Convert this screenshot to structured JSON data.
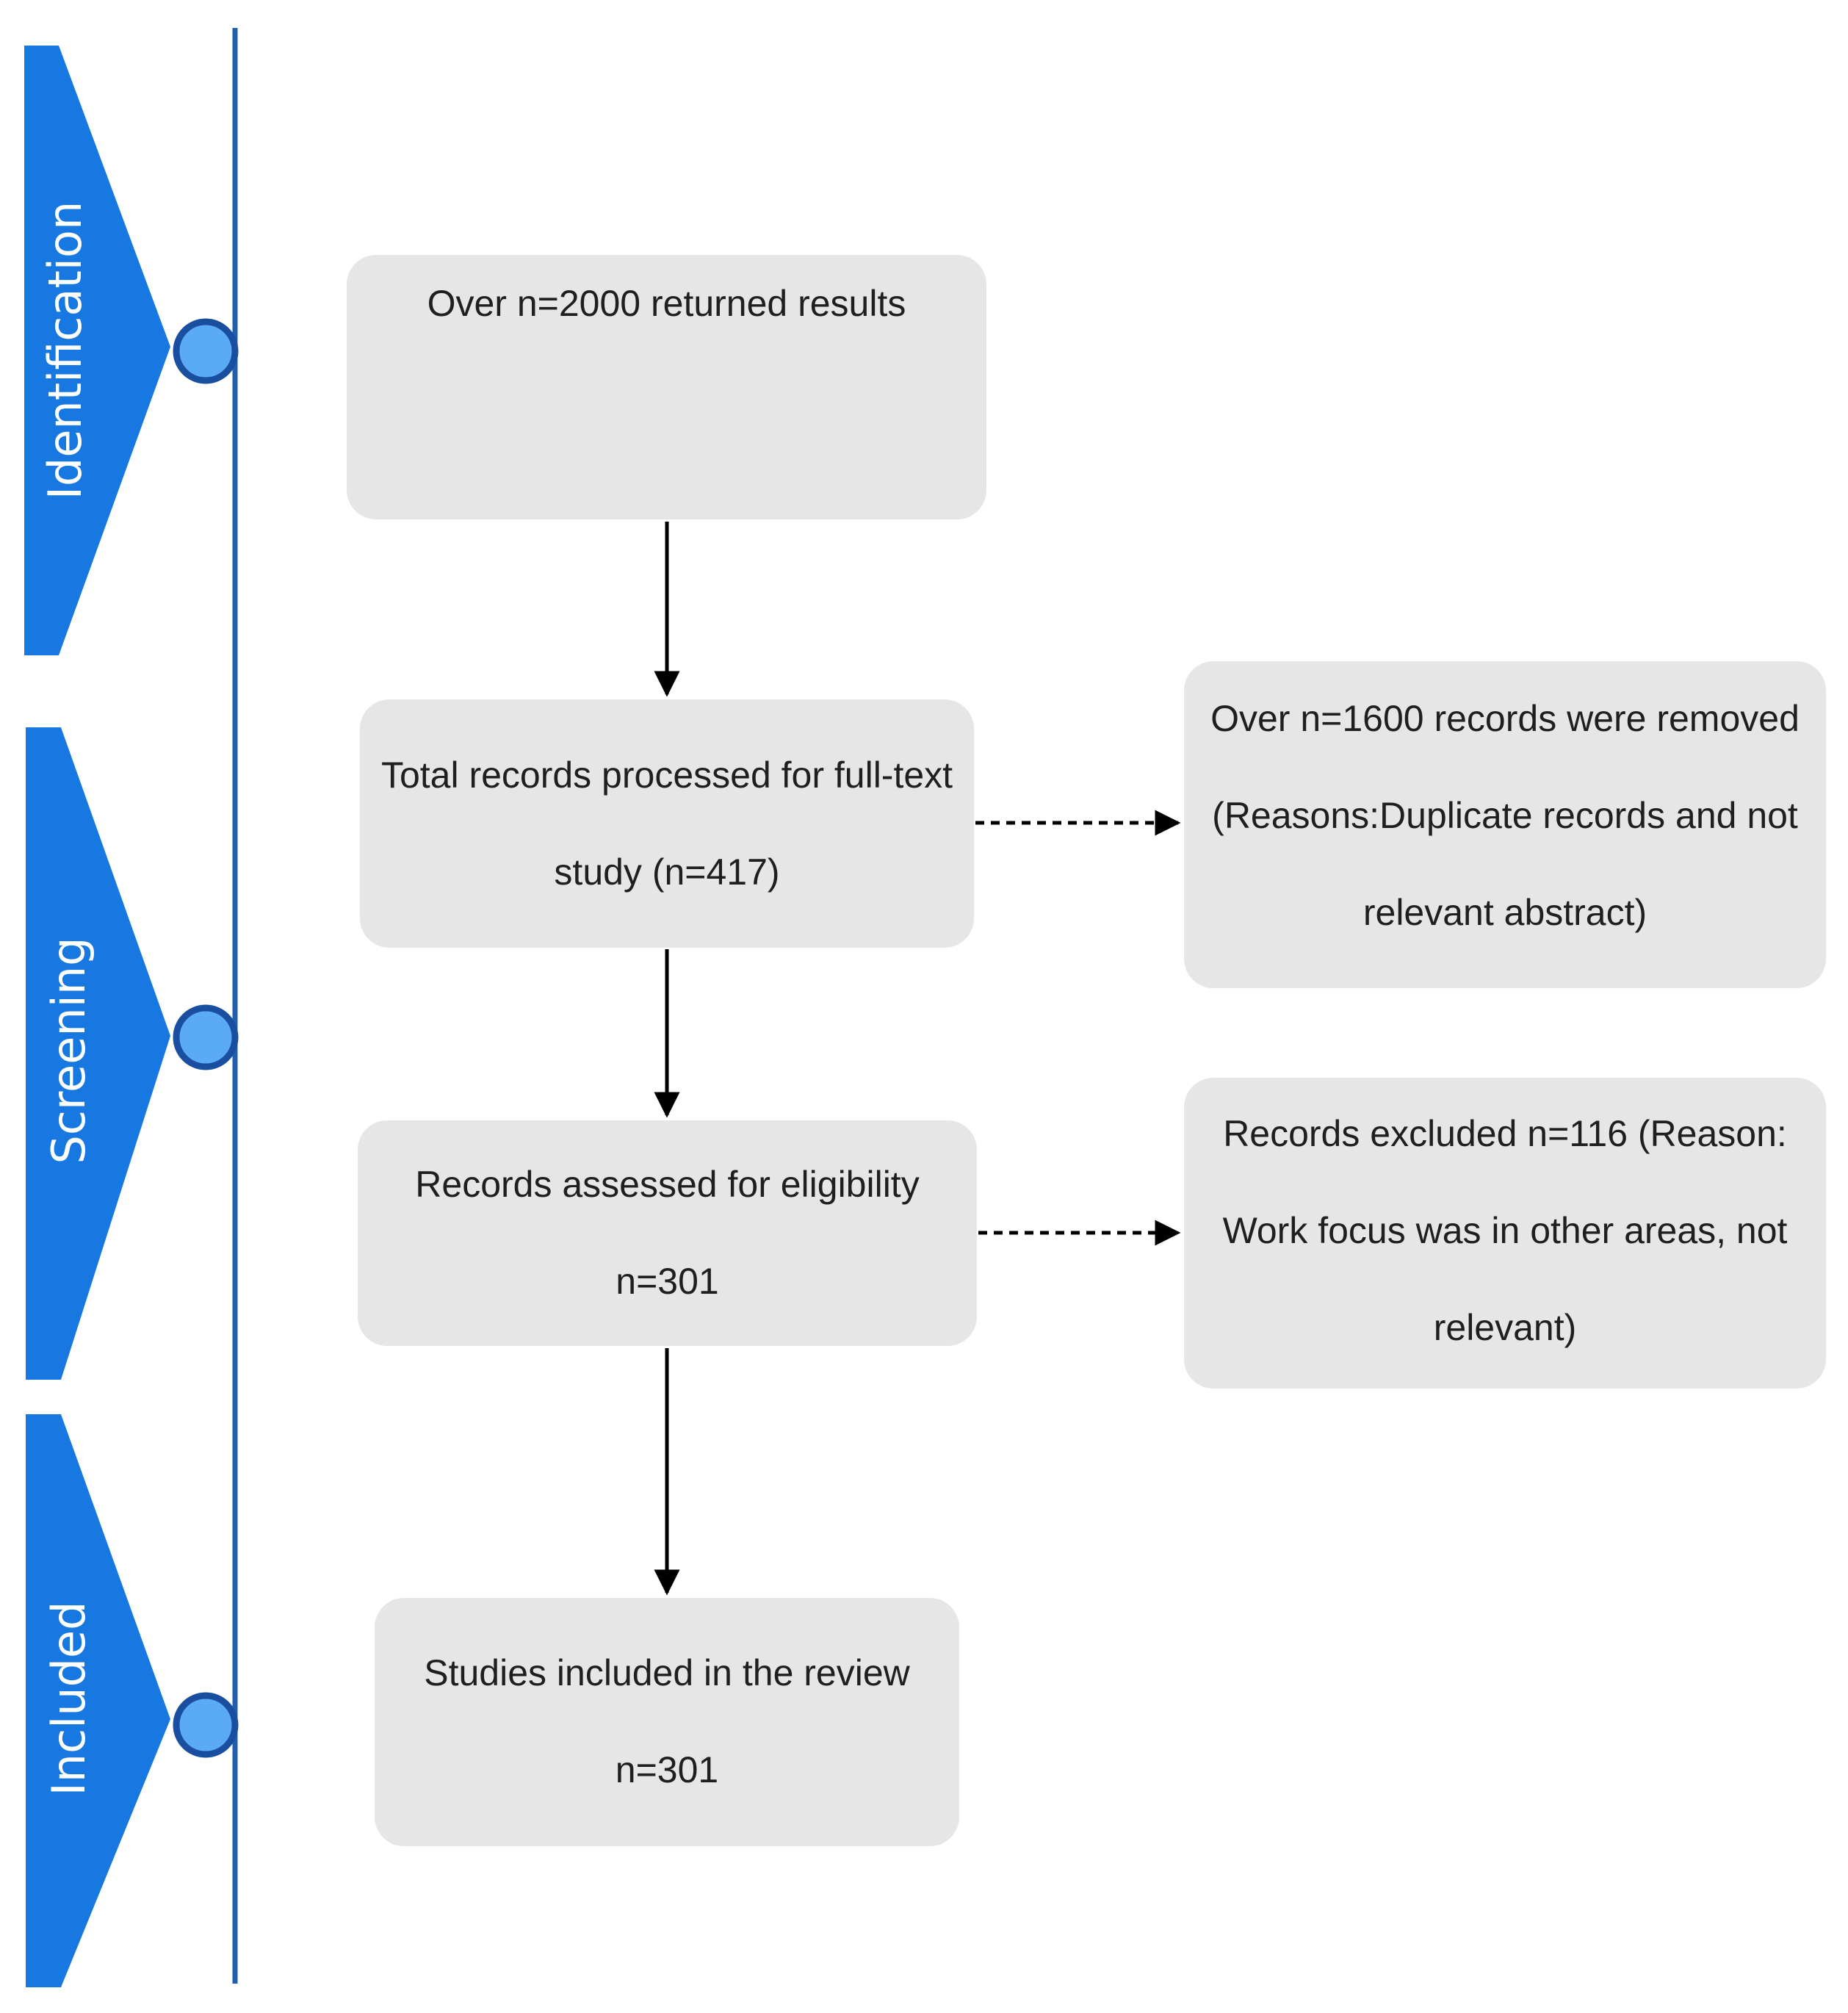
{
  "stages": [
    {
      "id": "identification",
      "label": "Identification"
    },
    {
      "id": "screening",
      "label": "Screening"
    },
    {
      "id": "included",
      "label": "Included"
    }
  ],
  "boxes": {
    "returned_results": {
      "lines": [
        "Over n=2000 returned  results"
      ]
    },
    "full_text": {
      "lines": [
        "Total records processed for full-text",
        "study (n=417)"
      ]
    },
    "removed": {
      "lines": [
        "Over n=1600 records were removed",
        "(Reasons:Duplicate records  and not",
        "relevant abstract)"
      ]
    },
    "eligibility": {
      "lines": [
        "Records assessed for eligibility",
        "n=301"
      ]
    },
    "excluded": {
      "lines": [
        "Records excluded  n=116 (Reason:",
        "Work focus was in other areas, not",
        "relevant)"
      ]
    },
    "included": {
      "lines": [
        "Studies included in the review",
        "n=301"
      ]
    }
  },
  "colors": {
    "stage_fill": "#1778e2",
    "timeline": "#1f5fb0",
    "node_fill": "#5aaaf5",
    "node_stroke": "#1a4fa0",
    "box_fill": "#e6e6e6",
    "arrow": "#000000"
  }
}
